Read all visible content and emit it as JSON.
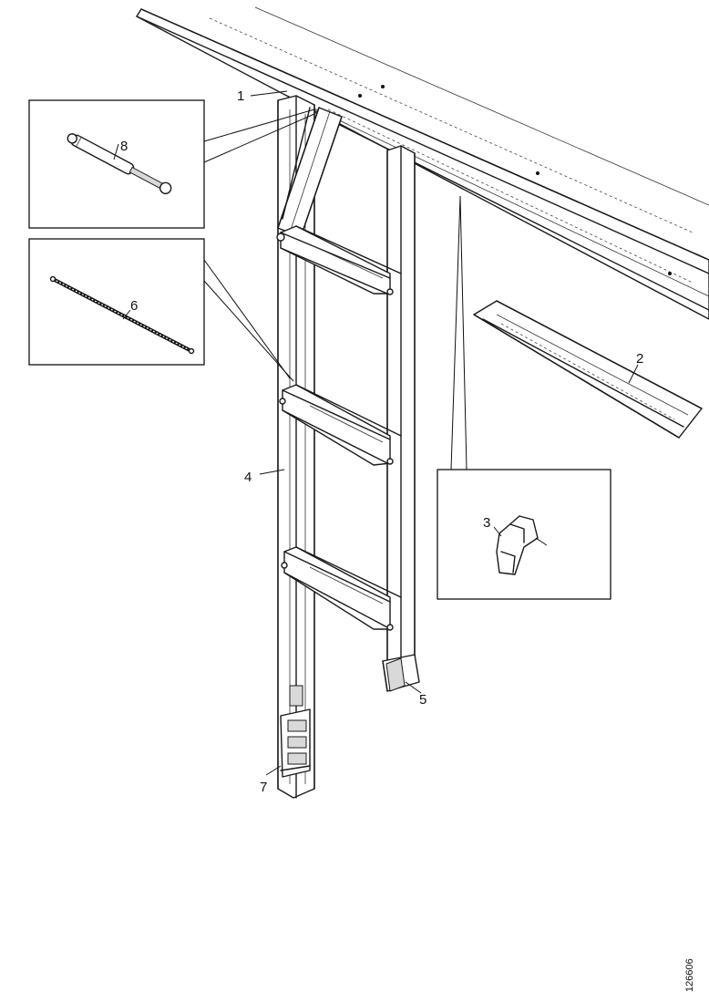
{
  "diagram": {
    "callouts": [
      {
        "id": "c1",
        "label": "1"
      },
      {
        "id": "c2",
        "label": "2"
      },
      {
        "id": "c3",
        "label": "3"
      },
      {
        "id": "c4",
        "label": "4"
      },
      {
        "id": "c5",
        "label": "5"
      },
      {
        "id": "c6",
        "label": "6"
      },
      {
        "id": "c7",
        "label": "7"
      },
      {
        "id": "c8",
        "label": "8"
      }
    ],
    "reference_number": "126606"
  }
}
